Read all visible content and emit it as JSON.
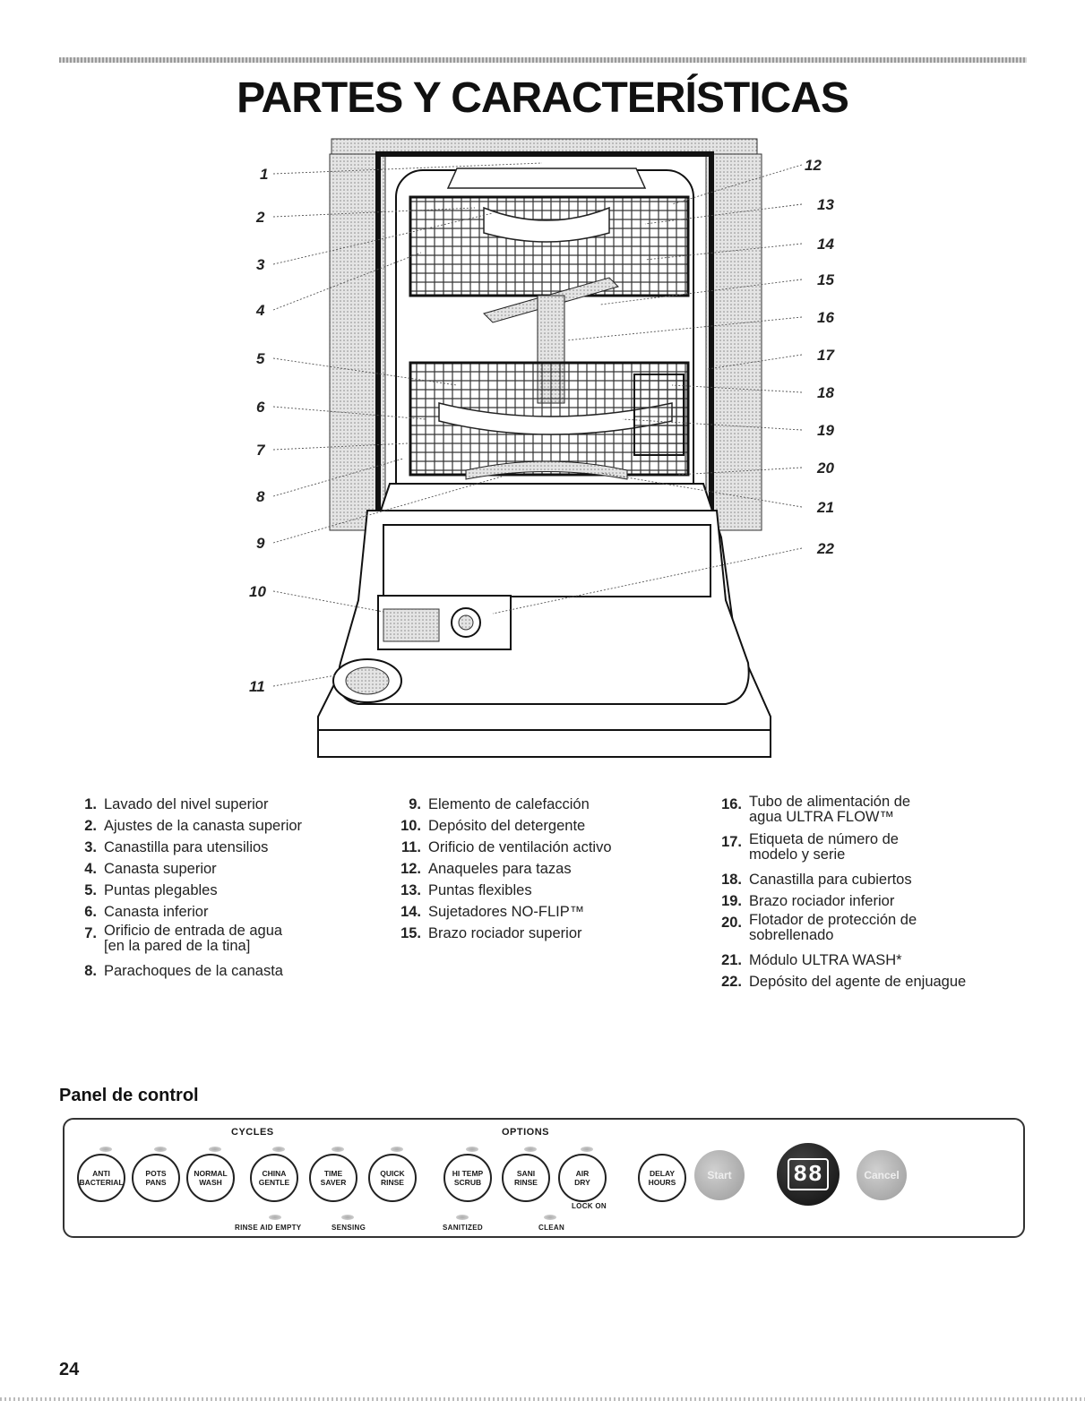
{
  "title": "PARTES Y CARACTERÍSTICAS",
  "callouts": [
    "1",
    "2",
    "3",
    "4",
    "5",
    "6",
    "7",
    "8",
    "9",
    "10",
    "11",
    "12",
    "13",
    "14",
    "15",
    "16",
    "17",
    "18",
    "19",
    "20",
    "21",
    "22"
  ],
  "parts": {
    "col1": [
      {
        "num": "1.",
        "text": "Lavado del nivel superior"
      },
      {
        "num": "2.",
        "text": "Ajustes de la canasta superior"
      },
      {
        "num": "3.",
        "text": "Canastilla para utensilios"
      },
      {
        "num": "4.",
        "text": "Canasta superior"
      },
      {
        "num": "5.",
        "text": "Puntas plegables"
      },
      {
        "num": "6.",
        "text": "Canasta inferior"
      },
      {
        "num": "7.",
        "text": "Orificio de entrada de agua",
        "text2": "[en la pared de la tina]"
      },
      {
        "num": "8.",
        "text": "Parachoques de la canasta"
      }
    ],
    "col2": [
      {
        "num": "9.",
        "text": "Elemento de calefacción"
      },
      {
        "num": "10.",
        "text": "Depósito del detergente"
      },
      {
        "num": "11.",
        "text": "Orificio de ventilación activo"
      },
      {
        "num": "12.",
        "text": "Anaqueles para tazas"
      },
      {
        "num": "13.",
        "text": "Puntas flexibles"
      },
      {
        "num": "14.",
        "text": "Sujetadores NO-FLIP™"
      },
      {
        "num": "15.",
        "text": "Brazo rociador superior"
      }
    ],
    "col3": [
      {
        "num": "16.",
        "text": "Tubo de alimentación de",
        "text2": "agua ULTRA FLOW™"
      },
      {
        "num": "17.",
        "text": "Etiqueta de número de",
        "text2": "modelo y serie"
      },
      {
        "num": "18.",
        "text": "Canastilla para cubiertos"
      },
      {
        "num": "19.",
        "text": "Brazo rociador inferior"
      },
      {
        "num": "20.",
        "text": "Flotador de protección de",
        "text2": "sobrellenado"
      },
      {
        "num": "21.",
        "text": "Módulo ULTRA WASH*"
      },
      {
        "num": "22.",
        "text": "Depósito del agente de enjuague"
      }
    ]
  },
  "panel": {
    "heading": "Panel de control",
    "cycles_label": "CYCLES",
    "options_label": "OPTIONS",
    "cycle_buttons": [
      {
        "l1": "ANTI",
        "l2": "BACTERIAL"
      },
      {
        "l1": "POTS",
        "l2": "PANS"
      },
      {
        "l1": "NORMAL",
        "l2": "WASH"
      },
      {
        "l1": "CHINA",
        "l2": "GENTLE"
      },
      {
        "l1": "TIME",
        "l2": "SAVER"
      },
      {
        "l1": "QUICK",
        "l2": "RINSE"
      }
    ],
    "option_buttons": [
      {
        "l1": "HI TEMP",
        "l2": "SCRUB"
      },
      {
        "l1": "SANI",
        "l2": "RINSE"
      },
      {
        "l1": "AIR",
        "l2": "DRY"
      }
    ],
    "lock_on": "LOCK ON",
    "delay_button": {
      "l1": "DELAY",
      "l2": "HOURS"
    },
    "start_label": "Start",
    "display_value": "88",
    "cancel_label": "Cancel",
    "status_labels": [
      "RINSE AID EMPTY",
      "SENSING",
      "SANITIZED",
      "CLEAN"
    ]
  },
  "page_number": "24"
}
